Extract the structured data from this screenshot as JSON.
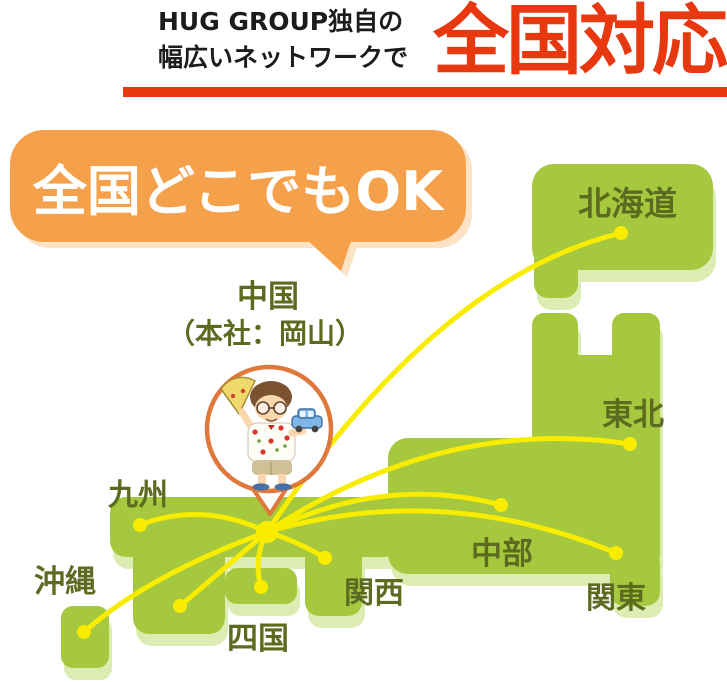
{
  "header": {
    "line1": "HUG GROUP独自の",
    "line2": "幅広いネットワークで",
    "highlight": "全国対応"
  },
  "bubble": {
    "text": "全国どこでもOK"
  },
  "hq": {
    "region": "中国",
    "note": "（本社：岡山）"
  },
  "map": {
    "regions": [
      {
        "id": "hokkaido",
        "label": "北海道"
      },
      {
        "id": "tohoku",
        "label": "東北"
      },
      {
        "id": "chubu",
        "label": "中部"
      },
      {
        "id": "kanto",
        "label": "関東"
      },
      {
        "id": "kansai",
        "label": "関西"
      },
      {
        "id": "shikoku",
        "label": "四国"
      },
      {
        "id": "kyushu",
        "label": "九州"
      },
      {
        "id": "okinawa",
        "label": "沖縄"
      }
    ]
  },
  "colors": {
    "accent_red": "#e8380f",
    "bubble_orange": "#f5a04a",
    "bubble_shadow": "#fce3c6",
    "map_green": "#a6c83e",
    "map_shadow_green": "#ddecb2",
    "label_olive": "#5c6b1f",
    "network_yellow": "#f8ec00",
    "mascot_ring_orange": "#e0773b"
  }
}
